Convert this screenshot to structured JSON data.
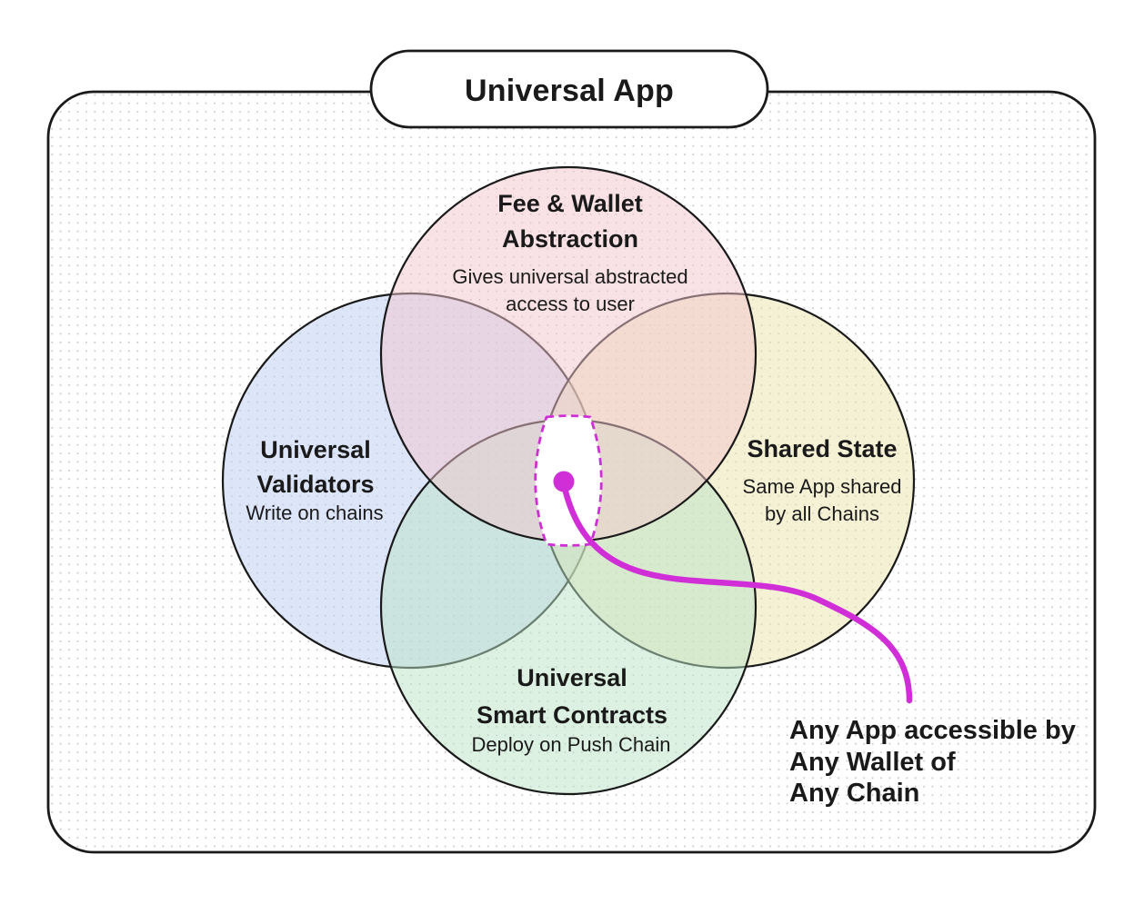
{
  "title": "Universal App",
  "circles": {
    "top": {
      "name": "Fee & Wallet Abstraction",
      "title_lines": [
        "Fee & Wallet",
        "Abstraction"
      ],
      "subtitle_lines": [
        "Gives universal abstracted",
        "access to user"
      ],
      "fill": "rgba(242,198,205,0.5)"
    },
    "left": {
      "name": "Universal Validators",
      "title_lines": [
        "Universal",
        "Validators"
      ],
      "subtitle_lines": [
        "Write on chains"
      ],
      "fill": "rgba(188,203,242,0.5)"
    },
    "right": {
      "name": "Shared State",
      "title_lines": [
        "Shared State"
      ],
      "subtitle_lines": [
        "Same App shared",
        "by all Chains"
      ],
      "fill": "rgba(236,228,172,0.5)"
    },
    "bottom": {
      "name": "Universal Smart Contracts",
      "title_lines": [
        "Universal",
        "Smart Contracts"
      ],
      "subtitle_lines": [
        "Deploy on Push Chain"
      ],
      "fill": "rgba(187,228,197,0.5)"
    }
  },
  "annotation": {
    "lines": [
      "Any App accessible by",
      "Any Wallet of",
      "Any Chain"
    ]
  },
  "colors": {
    "magenta": "#d02ed6",
    "outline": "#1a1a1a",
    "dot_pattern": "#c7c7c7",
    "center_fill": "#ffffff",
    "pill_fill": "#ffffff"
  }
}
